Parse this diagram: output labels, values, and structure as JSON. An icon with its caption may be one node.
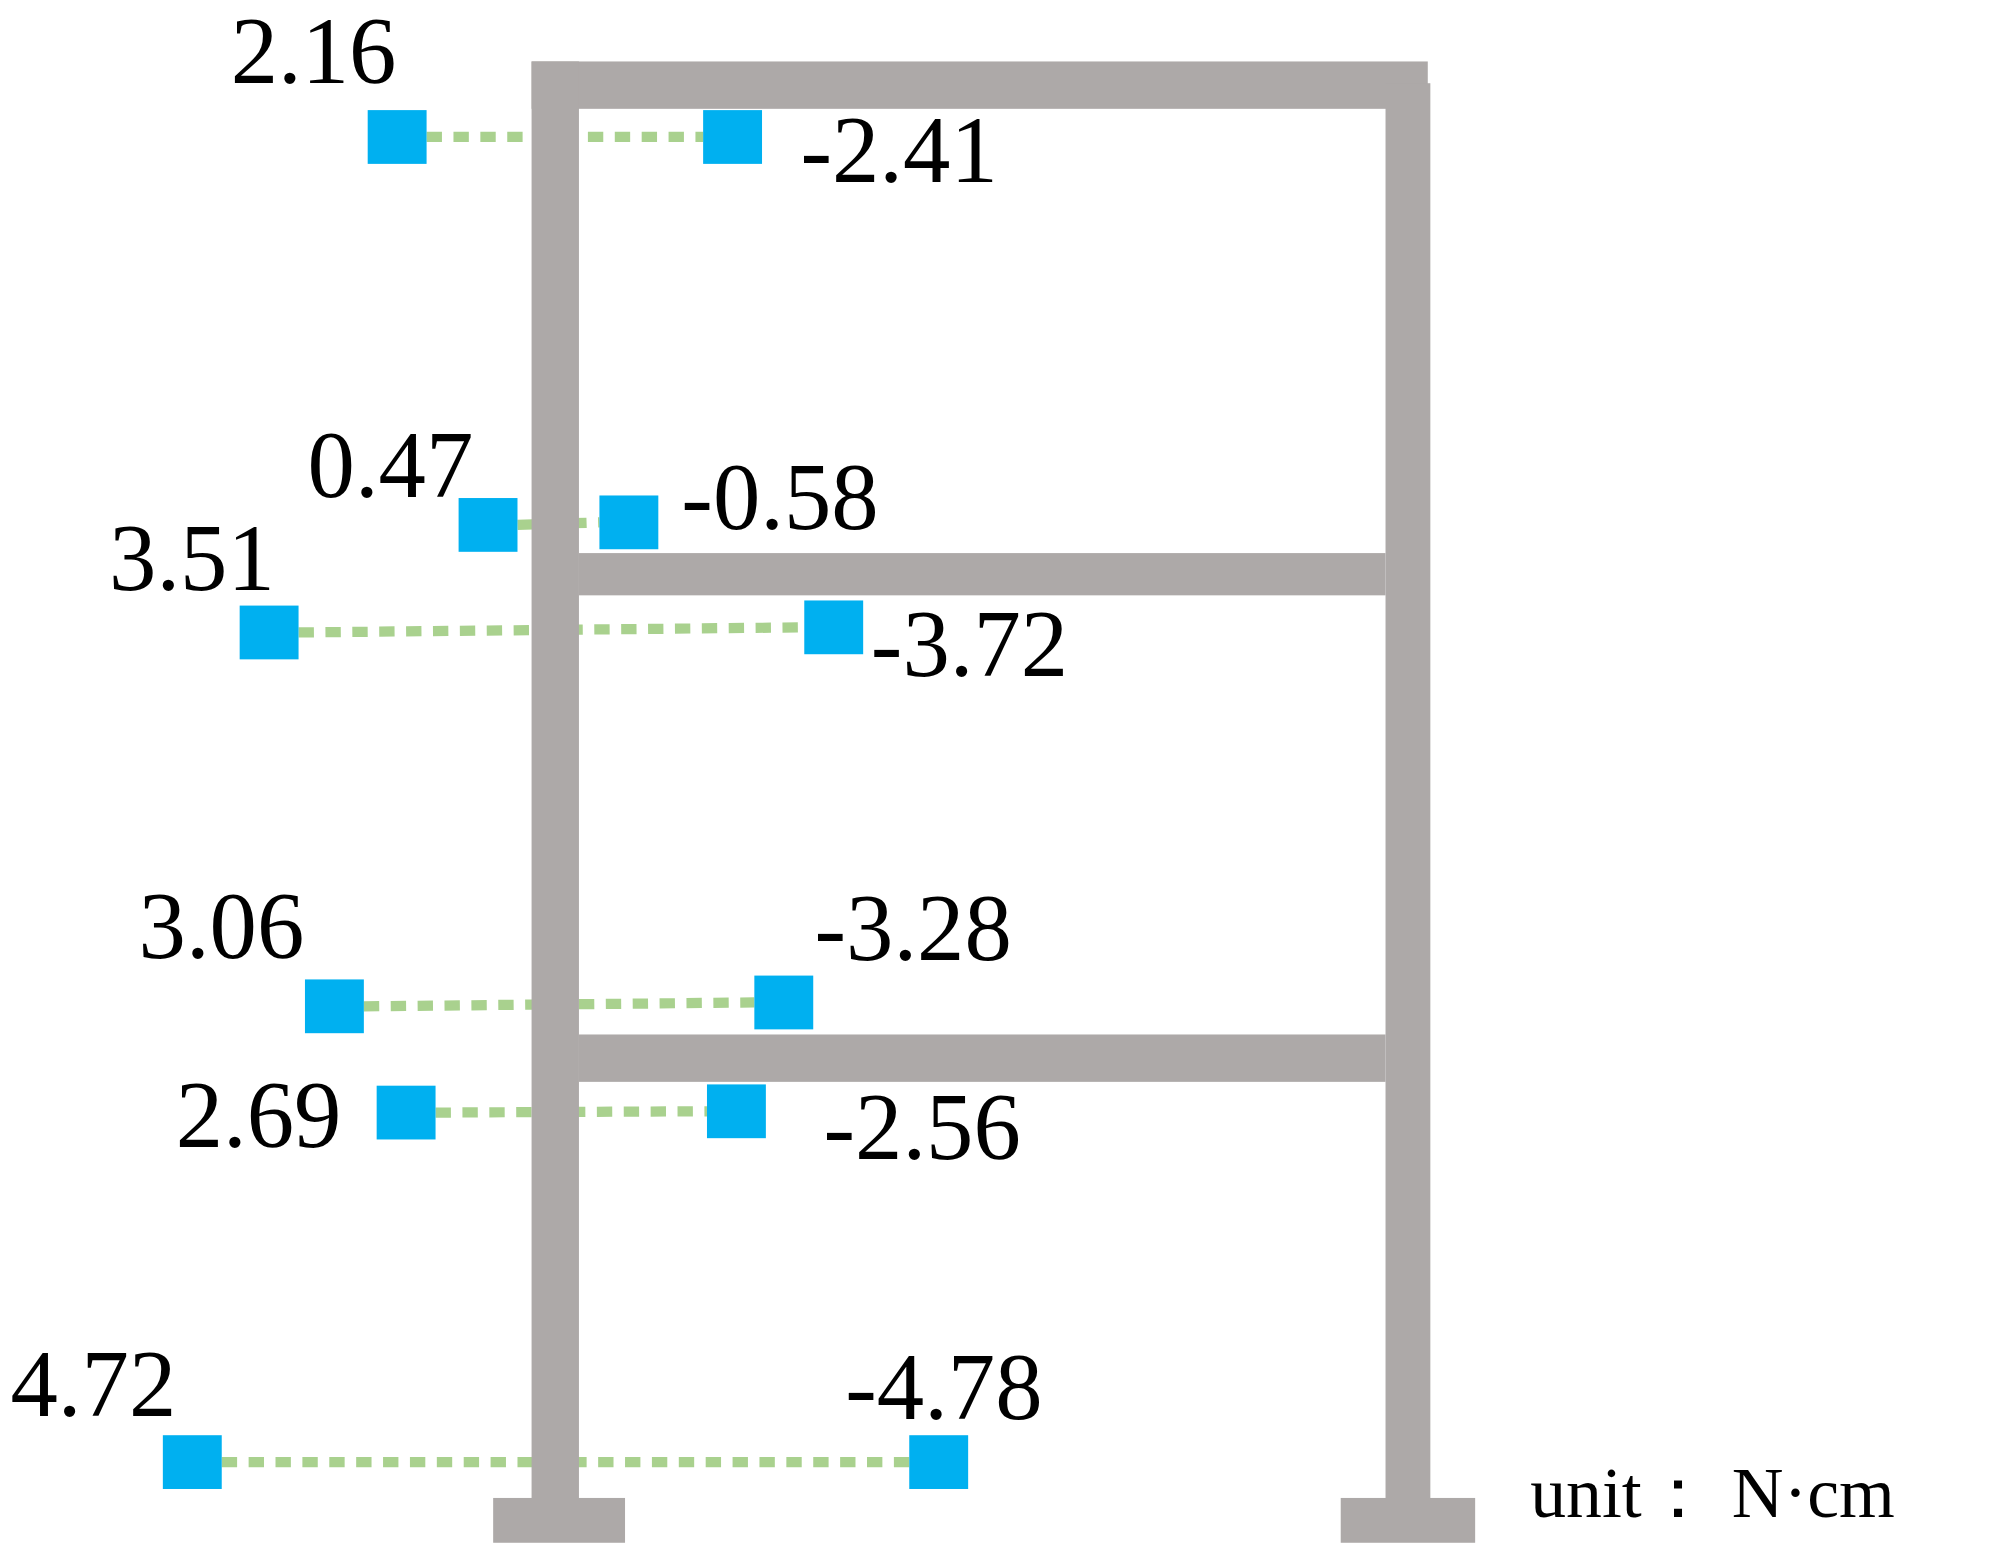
{
  "diagram": {
    "nodes": [
      {
        "text": [],
        "shape": "box",
        "beside": [
          "2.16"
        ]
      },
      {
        "text": [],
        "shape": "box",
        "beside": [
          "-2.41"
        ]
      },
      {
        "text": [],
        "shape": "box",
        "beside": [
          "0.47"
        ]
      },
      {
        "text": [],
        "shape": "box",
        "beside": [
          "-0.58"
        ]
      },
      {
        "text": [],
        "shape": "box",
        "beside": [
          "3.51"
        ]
      },
      {
        "text": [],
        "shape": "box",
        "beside": [
          "-3.72"
        ]
      },
      {
        "text": [],
        "shape": "box",
        "beside": [
          "3.06"
        ]
      },
      {
        "text": [],
        "shape": "box",
        "beside": [
          "-3.28"
        ]
      },
      {
        "text": [],
        "shape": "box",
        "beside": [
          "2.69"
        ]
      },
      {
        "text": [],
        "shape": "box",
        "beside": [
          "-2.56"
        ]
      },
      {
        "text": [],
        "shape": "box",
        "beside": [
          "4.72"
        ]
      },
      {
        "text": [],
        "shape": "box",
        "beside": [
          "-4.78"
        ]
      }
    ],
    "edges": [
      {
        "from": 0,
        "to": 1,
        "arrow": "none",
        "style": "dashed",
        "color": "#a9d18e"
      },
      {
        "from": 2,
        "to": 3,
        "arrow": "none",
        "style": "dashed",
        "color": "#a9d18e"
      },
      {
        "from": 4,
        "to": 5,
        "arrow": "none",
        "style": "dashed",
        "color": "#a9d18e"
      },
      {
        "from": 6,
        "to": 7,
        "arrow": "none",
        "style": "dashed",
        "color": "#a9d18e"
      },
      {
        "from": 8,
        "to": 9,
        "arrow": "none",
        "style": "dashed",
        "color": "#a9d18e"
      },
      {
        "from": 10,
        "to": 11,
        "arrow": "none",
        "style": "dashed",
        "color": "#a9d18e"
      }
    ],
    "labels": [
      "unit： N·cm"
    ]
  }
}
